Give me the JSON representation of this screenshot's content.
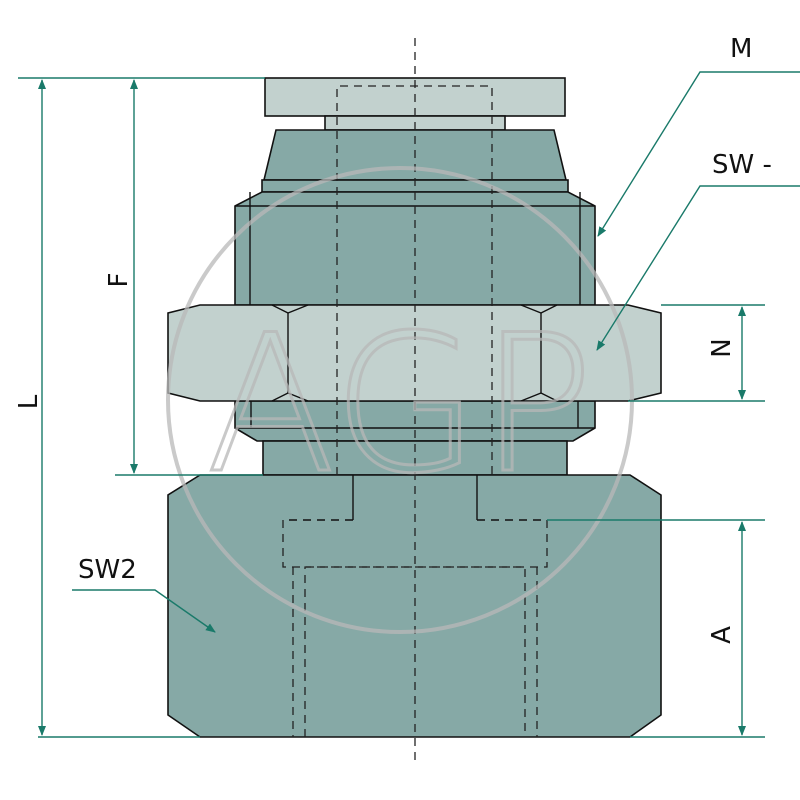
{
  "diagram": {
    "labels": {
      "M": "M",
      "SW": "SW -",
      "N": "N",
      "A": "A",
      "SW2": "SW2",
      "L": "L",
      "F": "F"
    },
    "watermark": "AGP",
    "colors": {
      "body_dark": "#86a9a6",
      "body_light": "#c2d1ce",
      "dimension_lines": "#1a7a6a",
      "watermark": "#b8b8b8"
    }
  }
}
